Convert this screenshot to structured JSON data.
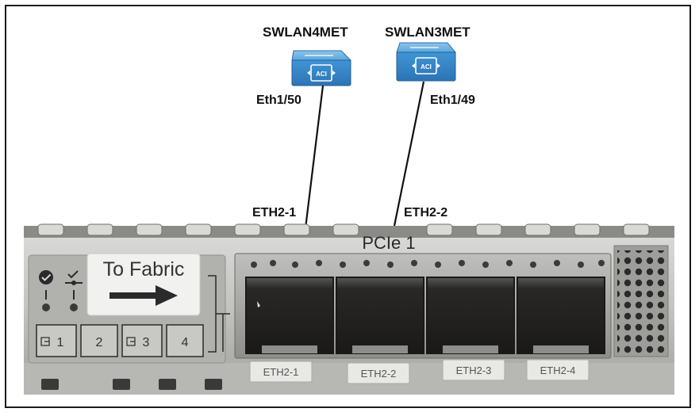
{
  "switches": {
    "left": {
      "name": "SWLAN4MET",
      "icon": "aci-switch-icon",
      "badge": "ACI",
      "port": "Eth1/50"
    },
    "right": {
      "name": "SWLAN3MET",
      "icon": "aci-switch-icon",
      "badge": "ACI",
      "port": "Eth1/49"
    }
  },
  "cable_labels": {
    "left": "ETH2-1",
    "right": "ETH2-2"
  },
  "card": {
    "slot_label": "PCIe 1",
    "to_fabric": "To Fabric",
    "status_icons": [
      "check-circle-icon",
      "beacon-icon"
    ],
    "port_tabs": [
      "1",
      "2",
      "3",
      "4"
    ],
    "port_labels": [
      "ETH2-1",
      "ETH2-2",
      "ETH2-3",
      "ETH2-4"
    ]
  },
  "colors": {
    "switch_blue": "#3e8fd0",
    "card_metal": "#c9c9c7",
    "cable": "#111111"
  }
}
